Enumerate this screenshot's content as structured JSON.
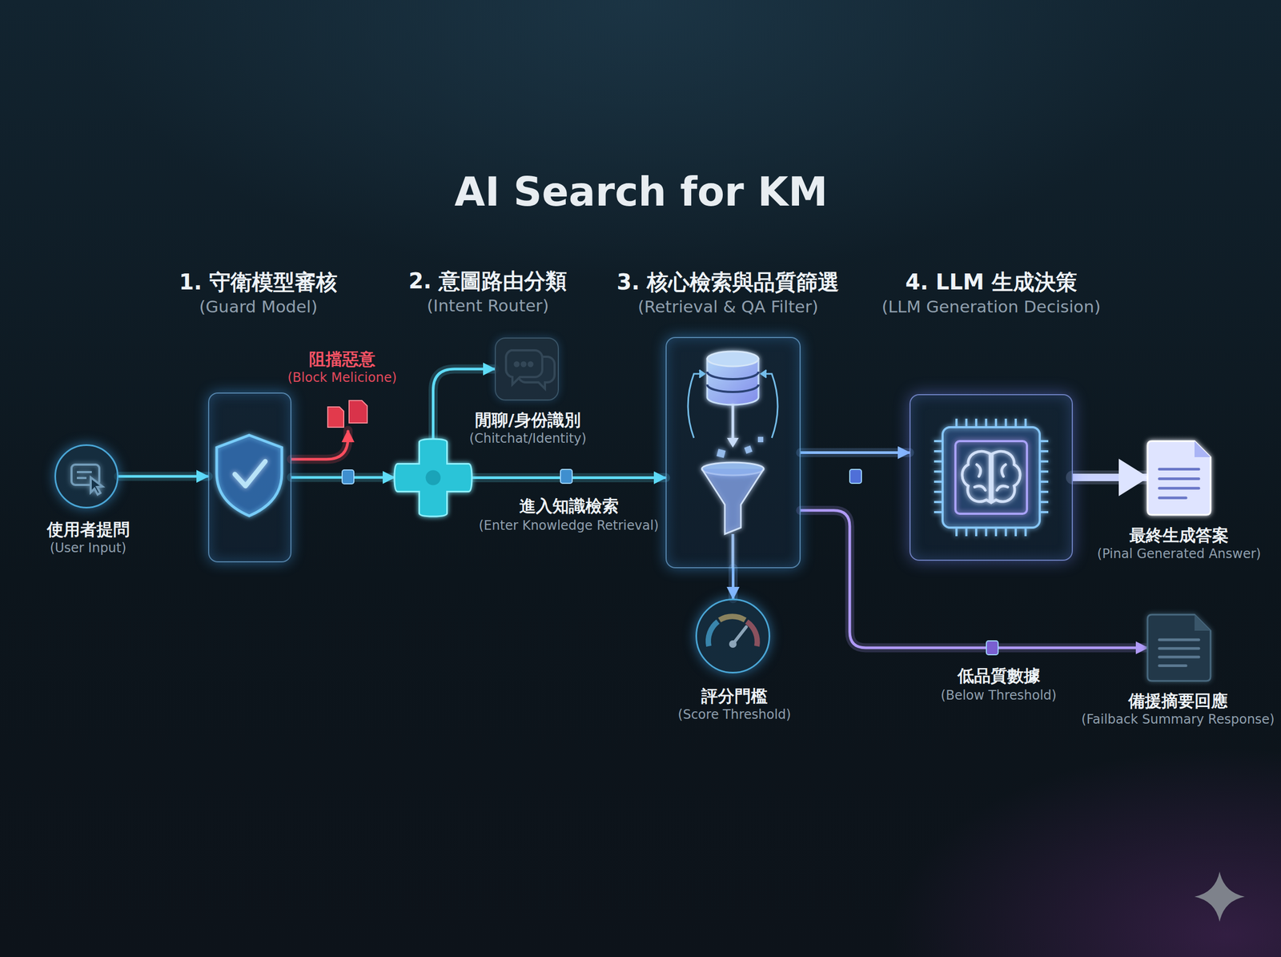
{
  "diagram": {
    "title": "AI Search for KM",
    "nodes": [
      {
        "text": [
          "使用者提問",
          "(User Input)"
        ]
      },
      {
        "text": [
          "1. 守衛模型審核",
          "(Guard Model)"
        ]
      },
      {
        "text": [
          "阻擋惡意",
          "(Block Melicione)"
        ]
      },
      {
        "text": [
          "2. 意圖路由分類",
          "(Intent Router)"
        ]
      },
      {
        "text": [
          "閒聊/身份識別",
          "(Chitchat/Identity)"
        ]
      },
      {
        "text": [
          "3. 核心檢索與品質篩選",
          "(Retrieval & QA Filter)"
        ]
      },
      {
        "text": [
          "評分門檻",
          "(Score Threshold)"
        ]
      },
      {
        "text": [
          "4. LLM 生成決策",
          "(LLM Generation Decision)"
        ]
      },
      {
        "text": [
          "最終生成答案",
          "(Pinal Generated Answer)"
        ]
      },
      {
        "text": [
          "備援摘要回應",
          "(Failback Summary Response)"
        ]
      }
    ],
    "edges": [
      {
        "from": 0,
        "to": 1,
        "arrow": "to"
      },
      {
        "from": 1,
        "to": 2,
        "arrow": "to"
      },
      {
        "from": 1,
        "to": 3,
        "arrow": "to"
      },
      {
        "from": 3,
        "to": 4,
        "arrow": "to"
      },
      {
        "from": 3,
        "to": 5,
        "label": "進入知識檢索",
        "arrow": "to"
      },
      {
        "from": 5,
        "to": 6,
        "arrow": "to"
      },
      {
        "from": 5,
        "to": 7,
        "arrow": "to"
      },
      {
        "from": 7,
        "to": 8,
        "arrow": "to"
      },
      {
        "from": 5,
        "to": 9,
        "label": "低品質數據",
        "arrow": "to"
      }
    ],
    "labels": [
      "(Enter Knowledge Retrieval)",
      "(Below Threshold)"
    ]
  }
}
